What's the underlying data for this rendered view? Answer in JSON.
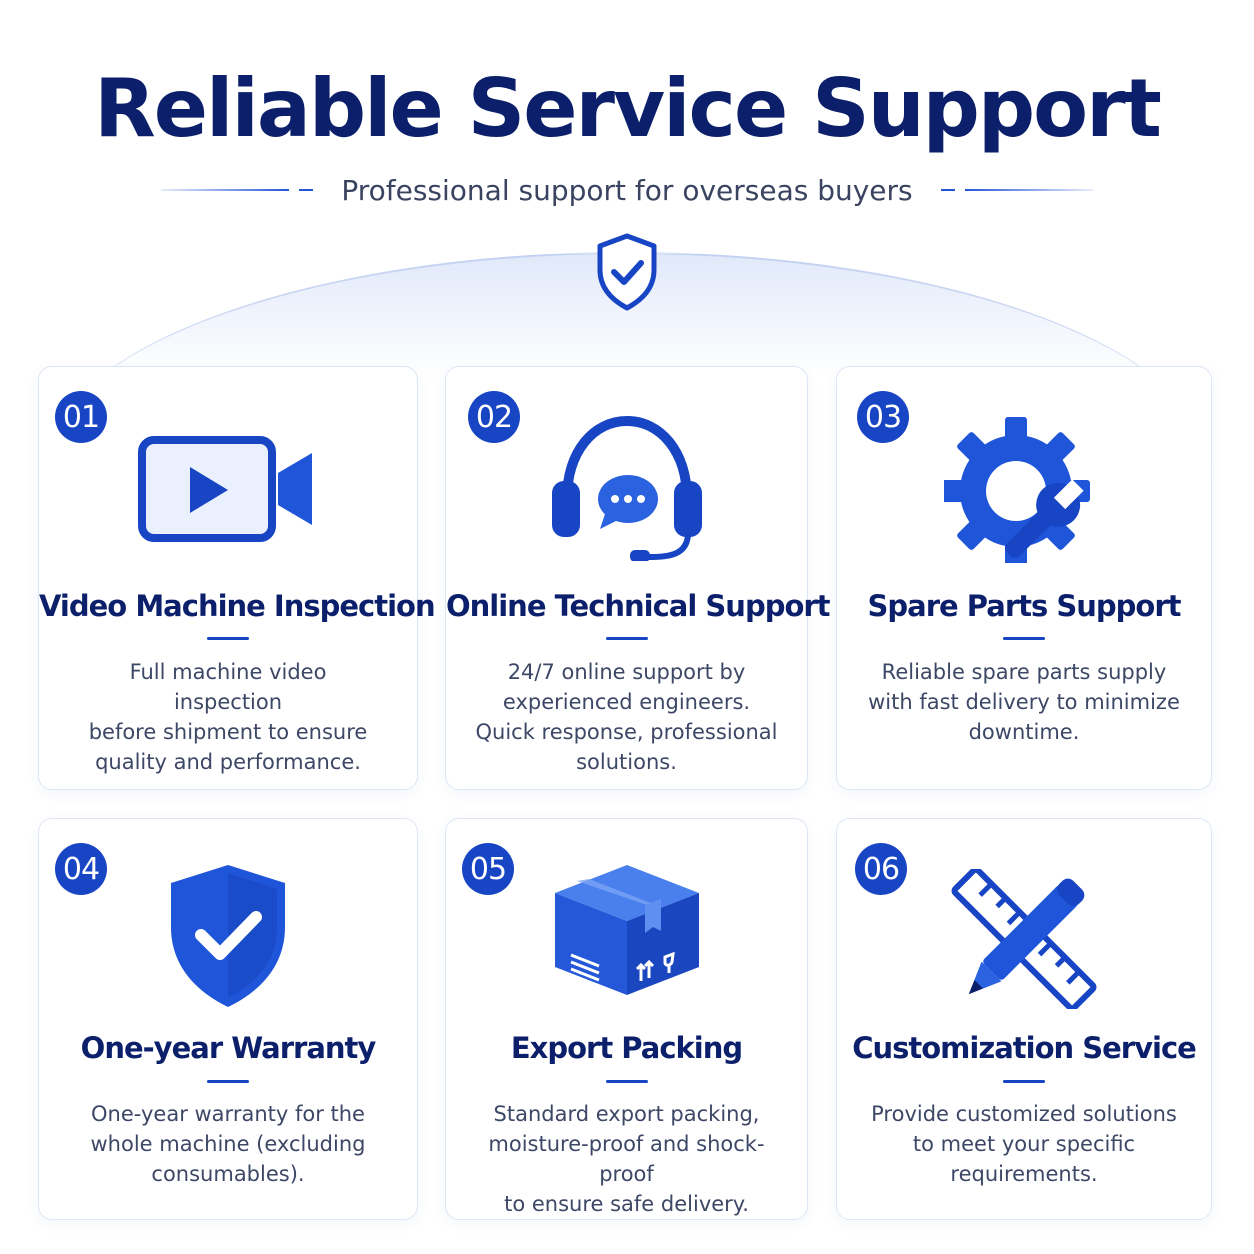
{
  "header": {
    "title": "Reliable Service Support",
    "subtitle": "Professional support for overseas buyers"
  },
  "colors": {
    "primary": "#1845c4",
    "title": "#0b1f6b",
    "text": "#3d4766"
  },
  "cards": [
    {
      "number": "01",
      "icon": "video-camera-icon",
      "title": "Video Machine Inspection",
      "lines": [
        "Full machine video inspection",
        "before shipment to ensure",
        "quality and performance."
      ]
    },
    {
      "number": "02",
      "icon": "headset-icon",
      "title": "Online Technical Support",
      "lines": [
        "24/7 online support by",
        "experienced engineers.",
        "Quick response, professional",
        "solutions."
      ]
    },
    {
      "number": "03",
      "icon": "gear-wrench-icon",
      "title": "Spare Parts Support",
      "lines": [
        "Reliable spare parts supply",
        "with fast delivery to minimize",
        "downtime."
      ]
    },
    {
      "number": "04",
      "icon": "shield-check-icon",
      "title": "One-year Warranty",
      "lines": [
        "One-year warranty for the",
        "whole machine (excluding",
        "consumables)."
      ]
    },
    {
      "number": "05",
      "icon": "package-box-icon",
      "title": "Export Packing",
      "lines": [
        "Standard export packing,",
        "moisture-proof and shock-proof",
        "to ensure safe delivery."
      ]
    },
    {
      "number": "06",
      "icon": "ruler-pencil-icon",
      "title": "Customization Service",
      "lines": [
        "Provide customized solutions",
        "to meet your specific",
        "requirements."
      ]
    }
  ]
}
